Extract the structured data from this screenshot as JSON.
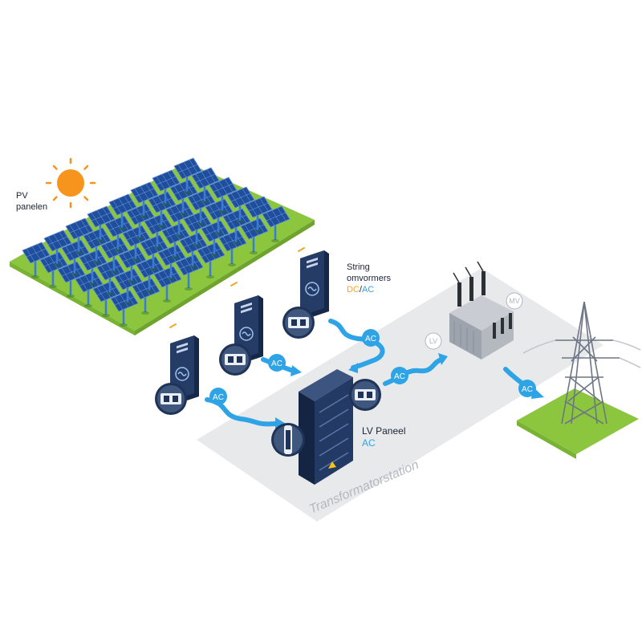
{
  "labels": {
    "pv_panels": [
      "PV",
      "panelen"
    ],
    "string_inverters": [
      "String",
      "omvormers"
    ],
    "dc": "DC",
    "slash": "/",
    "ac": "AC",
    "lv_panel": "LV Paneel",
    "lv_panel_ac": "AC",
    "station": "Transformatorstation",
    "lv": "LV",
    "mv": "MV"
  },
  "flow_badges": [
    "AC",
    "AC",
    "AC",
    "AC",
    "AC"
  ],
  "colors": {
    "ground": "#8cc63f",
    "panel": "#1f4e9c",
    "cabinet": "#1e3356",
    "flow": "#2ea3e6",
    "sun": "#f7941d",
    "platform": "#e8e9eb",
    "dc": "#f5a623"
  }
}
